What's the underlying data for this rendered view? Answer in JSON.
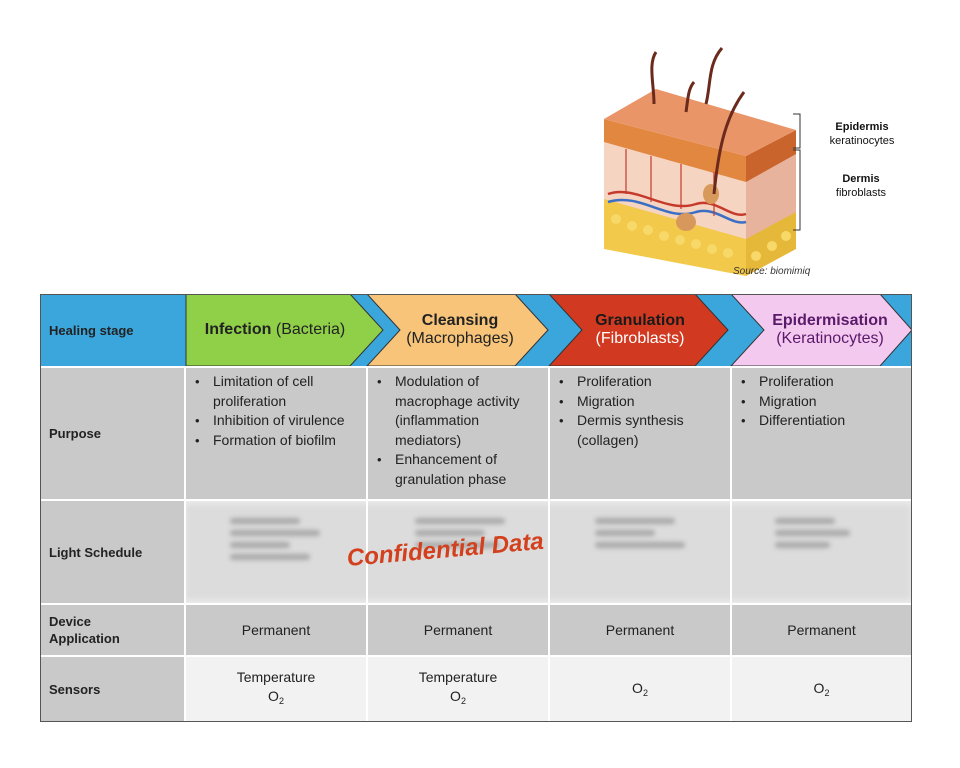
{
  "skin": {
    "epidermis_title": "Epidermis",
    "epidermis_cells": "keratinocytes",
    "dermis_title": "Dermis",
    "dermis_cells": "fibroblasts",
    "source": "Source: biomimiq"
  },
  "table": {
    "header_label": "Healing stage",
    "stages": [
      {
        "title": "Infection",
        "sub": "(Bacteria)",
        "color": "#8fd048"
      },
      {
        "title": "Cleansing",
        "sub": "(Macrophages)",
        "color": "#f7c47a"
      },
      {
        "title": "Granulation",
        "sub": "(Fibroblasts)",
        "color": "#d13a20"
      },
      {
        "title": "Epidermisation",
        "sub": "(Keratinocytes)",
        "color": "#f4c9ef"
      }
    ],
    "arrow_bg": "#3aa6dc",
    "rows": {
      "purpose": "Purpose",
      "light": "Light Schedule",
      "device_line1": "Device",
      "device_line2": "Application",
      "sensors": "Sensors"
    },
    "purpose": [
      [
        "Limitation of cell proliferation",
        "Inhibition of virulence",
        "Formation of biofilm"
      ],
      [
        "Modulation of macrophage activity (inflammation mediators)",
        "Enhancement of granulation phase"
      ],
      [
        "Proliferation",
        "Migration",
        "Dermis synthesis (collagen)"
      ],
      [
        "Proliferation",
        "Migration",
        "Differentiation"
      ]
    ],
    "confidential": "Confidential Data",
    "device": [
      "Permanent",
      "Permanent",
      "Permanent",
      "Permanent"
    ],
    "sensor_temp": "Temperature",
    "sensor_o": "O",
    "sensor_sub": "2"
  }
}
